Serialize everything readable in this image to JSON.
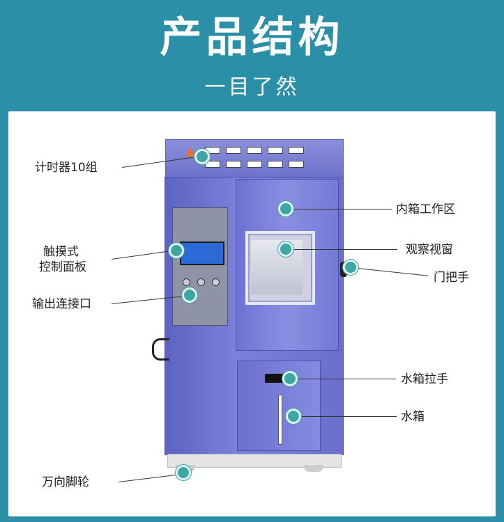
{
  "header": {
    "title": "产品结构",
    "subtitle": "一目了然"
  },
  "labels": {
    "timer": "计时器10组",
    "touch_line1": "触摸式",
    "touch_line2": "控制面板",
    "output": "输出连接口",
    "inner": "内箱工作区",
    "window": "观察视窗",
    "door_handle": "门把手",
    "tank_handle": "水箱拉手",
    "tank": "水箱",
    "caster": "万向脚轮"
  },
  "colors": {
    "background": "#2b8fa8",
    "machine": "#6a6fcc",
    "marker": "#3fa6a6"
  }
}
